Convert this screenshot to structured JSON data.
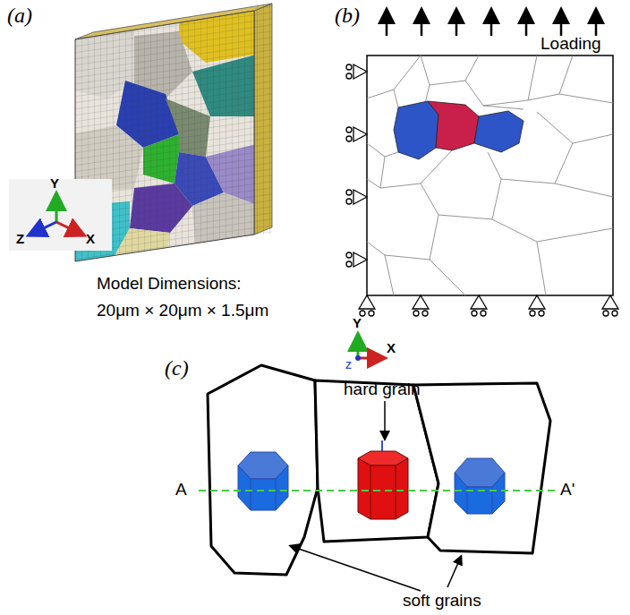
{
  "diagram": {
    "labels": [
      "(a)",
      "Y",
      "Z",
      "X",
      "Model Dimensions:",
      "20μm × 20μm × 1.5μm",
      "(b)",
      "Loading",
      "Y",
      "Z",
      "X",
      "(c)",
      "hard grain",
      "A",
      "A'",
      "soft grains"
    ]
  }
}
